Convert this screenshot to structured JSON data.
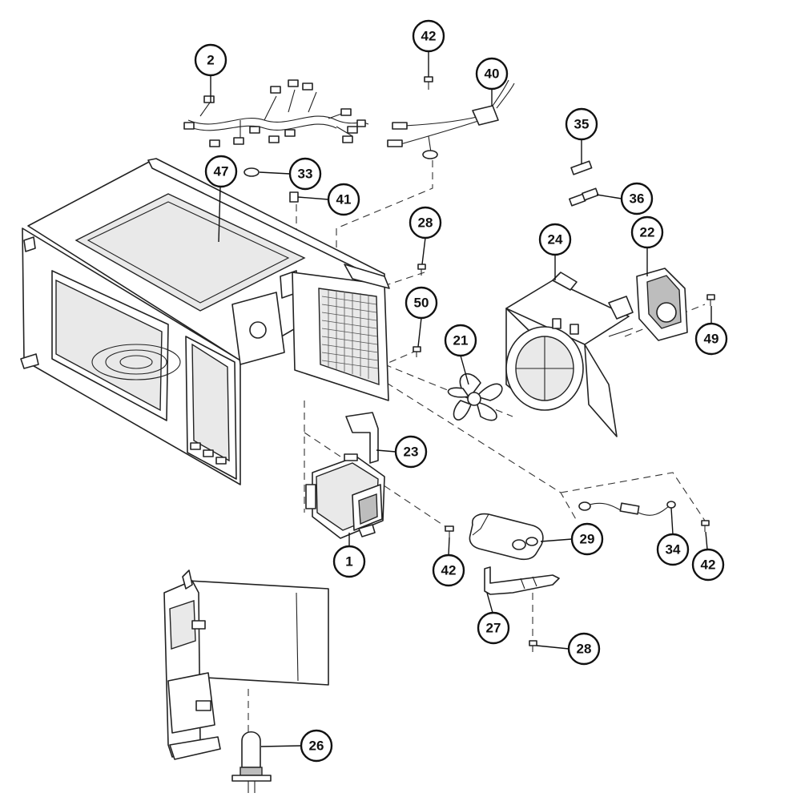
{
  "callouts": [
    {
      "id": "c2",
      "label": "2"
    },
    {
      "id": "c42a",
      "label": "42"
    },
    {
      "id": "c40",
      "label": "40"
    },
    {
      "id": "c35",
      "label": "35"
    },
    {
      "id": "c47",
      "label": "47"
    },
    {
      "id": "c33",
      "label": "33"
    },
    {
      "id": "c41",
      "label": "41"
    },
    {
      "id": "c36",
      "label": "36"
    },
    {
      "id": "c28a",
      "label": "28"
    },
    {
      "id": "c24",
      "label": "24"
    },
    {
      "id": "c22",
      "label": "22"
    },
    {
      "id": "c50",
      "label": "50"
    },
    {
      "id": "c49",
      "label": "49"
    },
    {
      "id": "c21",
      "label": "21"
    },
    {
      "id": "c23",
      "label": "23"
    },
    {
      "id": "c29",
      "label": "29"
    },
    {
      "id": "c1",
      "label": "1"
    },
    {
      "id": "c42b",
      "label": "42"
    },
    {
      "id": "c34",
      "label": "34"
    },
    {
      "id": "c42c",
      "label": "42"
    },
    {
      "id": "c27",
      "label": "27"
    },
    {
      "id": "c28b",
      "label": "28"
    },
    {
      "id": "c26",
      "label": "26"
    }
  ]
}
